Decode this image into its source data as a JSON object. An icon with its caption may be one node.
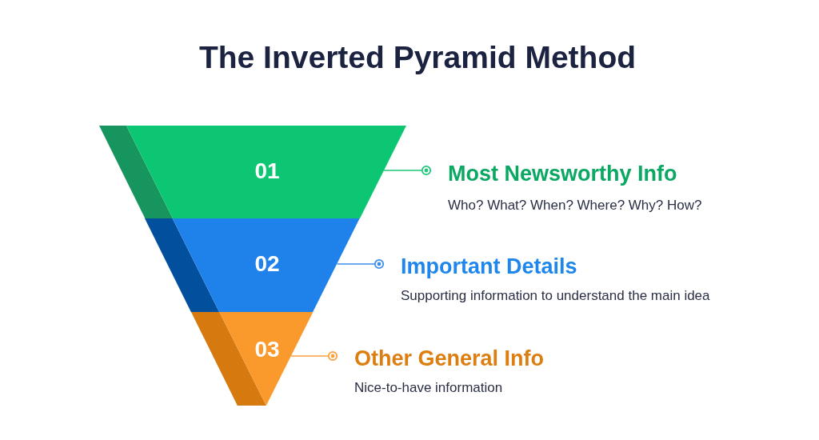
{
  "diagram": {
    "title": "The Inverted Pyramid Method",
    "nodes": [
      {
        "text": [
          "01"
        ]
      },
      {
        "text": [
          "Most Newsworthy Info",
          "Who? What? When? Where? Why? How?"
        ]
      },
      {
        "text": [
          "02"
        ]
      },
      {
        "text": [
          "Important Details",
          "Supporting information to understand the main idea"
        ]
      },
      {
        "text": [
          "03"
        ]
      },
      {
        "text": [
          "Other General Info",
          "Nice-to-have information"
        ]
      }
    ],
    "edges": [
      {
        "from": 0,
        "to": 1,
        "arrow": "other",
        "color": "#1ec77a"
      },
      {
        "from": 2,
        "to": 3,
        "arrow": "other",
        "color": "#3d8ee9"
      },
      {
        "from": 4,
        "to": 5,
        "arrow": "other",
        "color": "#f9a23e"
      }
    ]
  }
}
